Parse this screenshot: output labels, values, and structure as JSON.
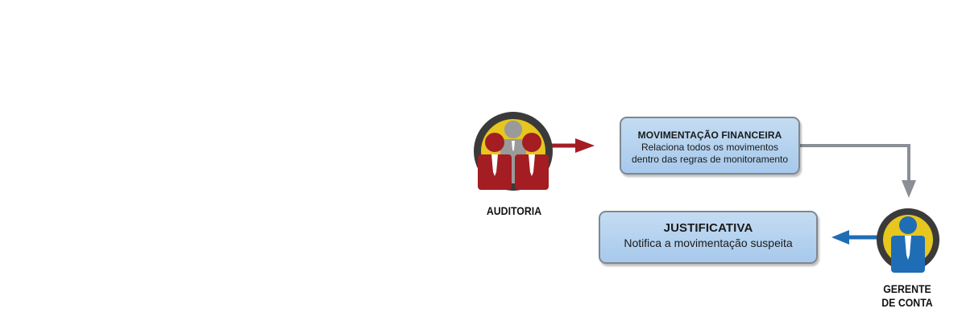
{
  "nodes": {
    "auditoria": {
      "label": "AUDITORIA",
      "icon": "group-of-people-icon",
      "colors": {
        "ring": "#e6c61f",
        "outline": "#3a3a3a",
        "figures": "#a31d22",
        "center_figure": "#9a9a9a"
      }
    },
    "movimentacao": {
      "title": "MOVIMENTAÇÃO FINANCEIRA",
      "line1": "Relaciona todos os movimentos",
      "line2": "dentro das regras de monitoramento"
    },
    "justificativa": {
      "title": "JUSTIFICATIVA",
      "line1": "Notifica a movimentação suspeita"
    },
    "gerente": {
      "label_line1": "GERENTE",
      "label_line2": "DE CONTA",
      "icon": "person-icon",
      "colors": {
        "ring": "#e6c61f",
        "outline": "#3a3a3a",
        "figure": "#1f6db5"
      }
    }
  },
  "connectors": [
    {
      "from": "auditoria",
      "to": "movimentacao",
      "color": "#a31d22"
    },
    {
      "from": "movimentacao",
      "to": "gerente",
      "color": "#8a8f96"
    },
    {
      "from": "gerente",
      "to": "justificativa",
      "color": "#1f6db5"
    }
  ]
}
